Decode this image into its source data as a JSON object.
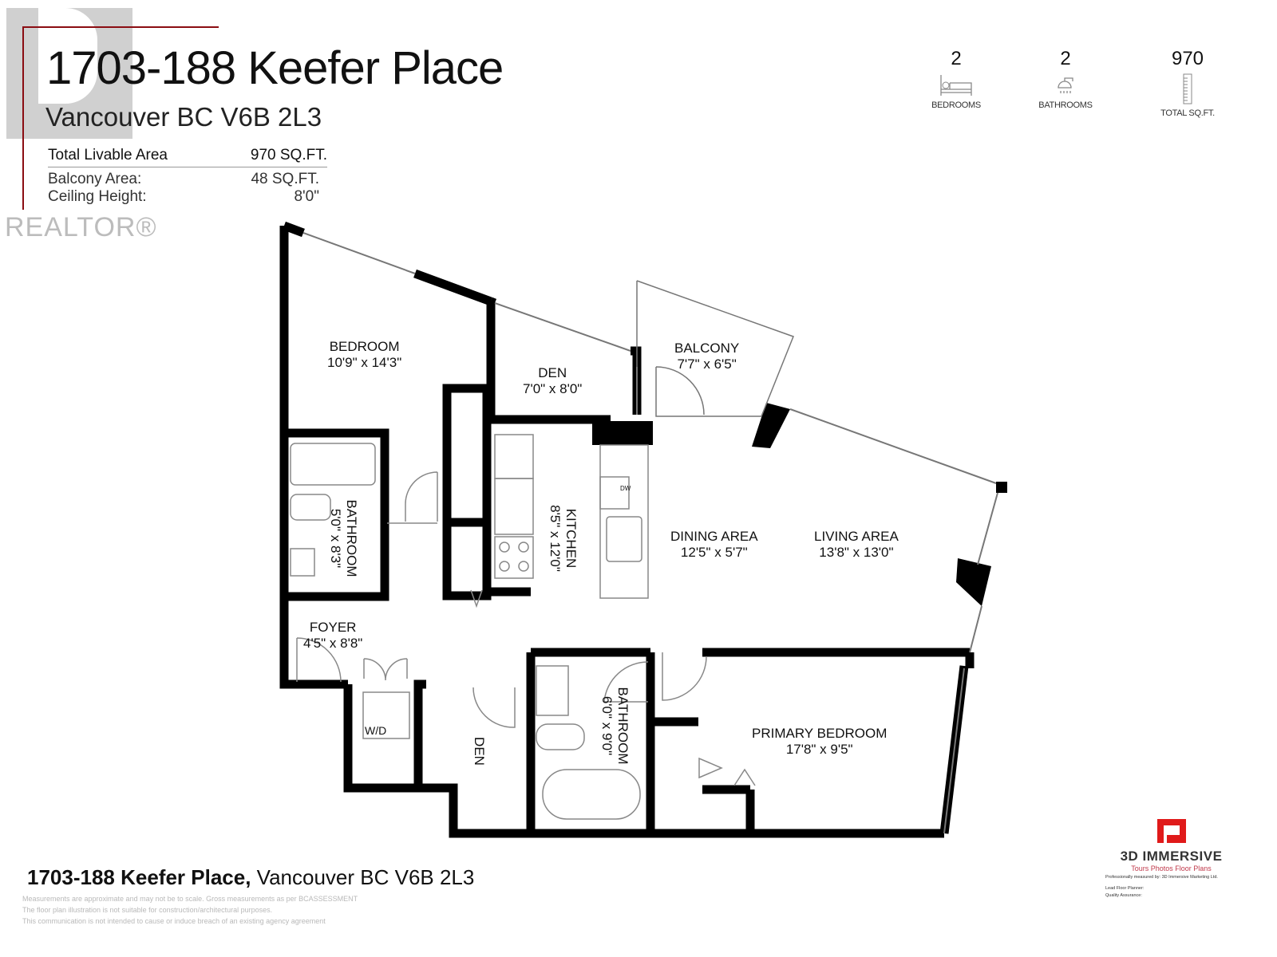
{
  "header": {
    "title": "1703-188 Keefer Place",
    "subtitle": "Vancouver BC V6B 2L3",
    "watermark": "REALTOR®",
    "areas": [
      {
        "label": "Total Livable Area",
        "value": "970 SQ.FT."
      },
      {
        "label": "Balcony Area:",
        "value": "48 SQ.FT."
      },
      {
        "label": "Ceiling Height:",
        "value": "8'0\""
      }
    ]
  },
  "stats": [
    {
      "value": "2",
      "label": "BEDROOMS",
      "icon": "bed-icon"
    },
    {
      "value": "2",
      "label": "BATHROOMS",
      "icon": "shower-icon"
    },
    {
      "value": "970",
      "label": "TOTAL SQ.FT.",
      "icon": "ruler-icon"
    }
  ],
  "rooms": {
    "bedroom": {
      "name": "BEDROOM",
      "dims": "10'9\" x 14'3\""
    },
    "den1": {
      "name": "DEN",
      "dims": "7'0\" x 8'0\""
    },
    "balcony": {
      "name": "BALCONY",
      "dims": "7'7\" x 6'5\""
    },
    "bathroom1": {
      "name": "BATHROOM",
      "dims": "5'0\" x 8'3\""
    },
    "kitchen": {
      "name": "KITCHEN",
      "dims": "8'5\" x 12'0\""
    },
    "dining": {
      "name": "DINING AREA",
      "dims": "12'5\" x 5'7\""
    },
    "living": {
      "name": "LIVING AREA",
      "dims": "13'8\" x 13'0\""
    },
    "foyer": {
      "name": "FOYER",
      "dims": "4'5\" x 8'8\""
    },
    "wd": {
      "name": "W/D"
    },
    "den2": {
      "name": "DEN"
    },
    "bathroom2": {
      "name": "BATHROOM",
      "dims": "6'0\" x 9'0\""
    },
    "primary": {
      "name": "PRIMARY BEDROOM",
      "dims": "17'8\" x 9'5\""
    },
    "dw": "DW"
  },
  "footer": {
    "address_bold": "1703-188 Keefer Place,",
    "address_rest": " Vancouver BC V6B 2L3",
    "disclaimers": [
      "Measurements are approximate and may not be to scale. Gross measurements as per BCASSESSMENT",
      "The floor plan illustration is not suitable for construction/architectural purposes.",
      "This communication is not intended to cause or induce breach of an existing agency agreement"
    ]
  },
  "logo": {
    "brand": "3D IMMERSIVE",
    "tagline": "Tours  Photos  Floor Plans",
    "measured_by": "Professionally measured by: 3D Immersive Marketing Ltd.",
    "lead_planner_label": "Lead Floor Planner:",
    "qa_label": "Quality Assurance:",
    "accent": "#e01a1a"
  }
}
